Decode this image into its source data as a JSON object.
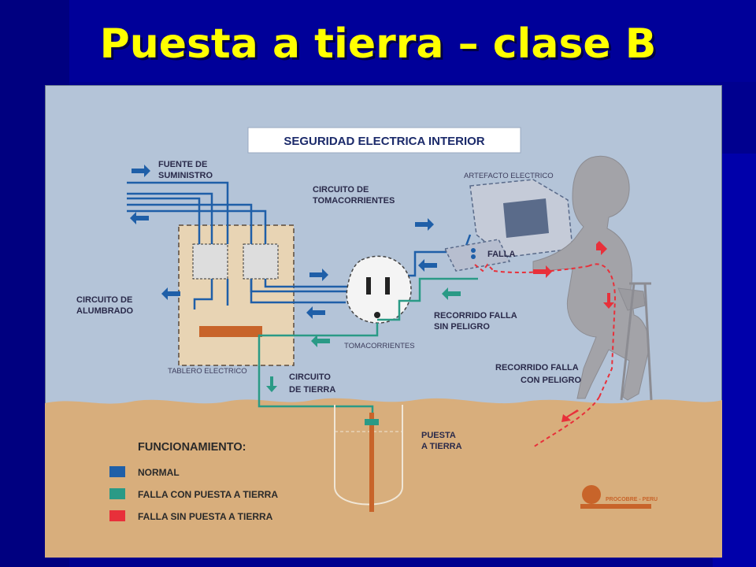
{
  "slide": {
    "title": "Puesta a tierra – clase B"
  },
  "diagram": {
    "header": "SEGURIDAD ELECTRICA INTERIOR",
    "labels": {
      "fuente": [
        "FUENTE DE",
        "SUMINISTRO"
      ],
      "circuito_toma": [
        "CIRCUITO  DE",
        "TOMACORRIENTES"
      ],
      "artefacto": "ARTEFACTO ELECTRICO",
      "falla": "FALLA",
      "circuito_alumbrado": [
        "CIRCUITO DE",
        "ALUMBRADO"
      ],
      "recorrido_sin": [
        "RECORRIDO FALLA",
        "SIN PELIGRO"
      ],
      "tomacorrientes": "TOMACORRIENTES",
      "tablero": "TABLERO ELECTRICO",
      "circuito_tierra": [
        "CIRCUITO",
        "DE TIERRA"
      ],
      "recorrido_con": [
        "RECORRIDO FALLA",
        "CON PELIGRO"
      ],
      "puesta": [
        "PUESTA",
        "A TIERRA"
      ],
      "brand": "PROCOBRE - PERU"
    },
    "legend": {
      "title": "FUNCIONAMIENTO:",
      "items": [
        {
          "label": "NORMAL",
          "color": "#1f5fa8"
        },
        {
          "label": "FALLA CON PUESTA A TIERRA",
          "color": "#2a9a86"
        },
        {
          "label": "FALLA SIN PUESTA A TIERRA",
          "color": "#e8303a"
        }
      ]
    },
    "colors": {
      "sky": "#b4c4d8",
      "ground": "#d8ae7c",
      "normal": "#1f5fa8",
      "ground_fault": "#2a9a86",
      "danger": "#e8303a",
      "copper": "#c8642a",
      "person": "#a3a3a8"
    }
  }
}
